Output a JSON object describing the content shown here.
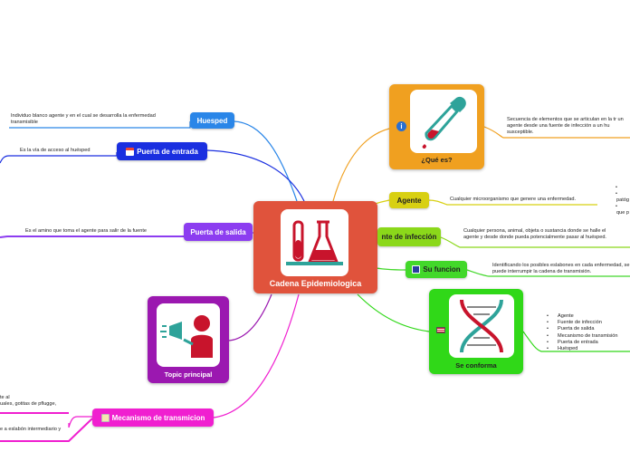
{
  "center": {
    "title": "Cadena Epidemiologica"
  },
  "colors": {
    "center": "#e0533c",
    "hospedero": "#2a86e8",
    "puerta_entrada": "#1a2fe0",
    "puerta_salida": "#8c3df0",
    "topic": "#9b18b0",
    "transmision": "#f01fd0",
    "que_es": "#f0a020",
    "agente": "#d8d012",
    "fuente": "#8bd81a",
    "funcion": "#42d82a",
    "conforma": "#30d818"
  },
  "nodes": {
    "hospedero": {
      "label": "Huesped",
      "text": "Individuo blanco agente y en el cual se desarrolla la enfermedad transmisible"
    },
    "puerta_entrada": {
      "label": "Puerta de entrada",
      "text": "Es la vía de acceso al huésped",
      "icon": "calendar-icon"
    },
    "puerta_salida": {
      "label": "Puerta de salida",
      "text": "Es el amino que toma el agente para salir de la fuente"
    },
    "topic": {
      "label": "Topic principal",
      "icon": "megaphone-person-icon"
    },
    "transmision": {
      "label": "Mecanismo de transmicion",
      "icon": "note-icon",
      "text1": "te al",
      "text2": "uales, gotitas de pflugge,",
      "text3": "e a eslabón intermediario y"
    },
    "que_es": {
      "label": "¿Qué es?",
      "icon": "dropper-icon",
      "text": "Secuencia de elementos que se articulan en la tr un agente desde una fuente de infección a un hu susceptible."
    },
    "agente": {
      "label": "Agente",
      "text": "Cualquier microorganismo que genere una enfermedad.",
      "sub": [
        "•",
        "•",
        "patóg",
        "•",
        "que p"
      ]
    },
    "fuente": {
      "label": "nte de infección",
      "text": "Cualquier persona, animal, objeta o sustancia donde se halle el agente y desde donde pueda potencialmente pasar al huésped."
    },
    "funcion": {
      "label": "Su funcion",
      "icon": "screen-icon",
      "text": "Identificando los posibles eslabones en cada enfermedad, se puede interrumpir la cadena de transmisión."
    },
    "conforma": {
      "label": "Se conforma",
      "icon": "dna-icon",
      "items": [
        "Agente",
        "Fuente de infección",
        "Puerta de salida",
        "Mecanismo de transmisión",
        "Puerta de entrada",
        "Huésped"
      ]
    }
  }
}
